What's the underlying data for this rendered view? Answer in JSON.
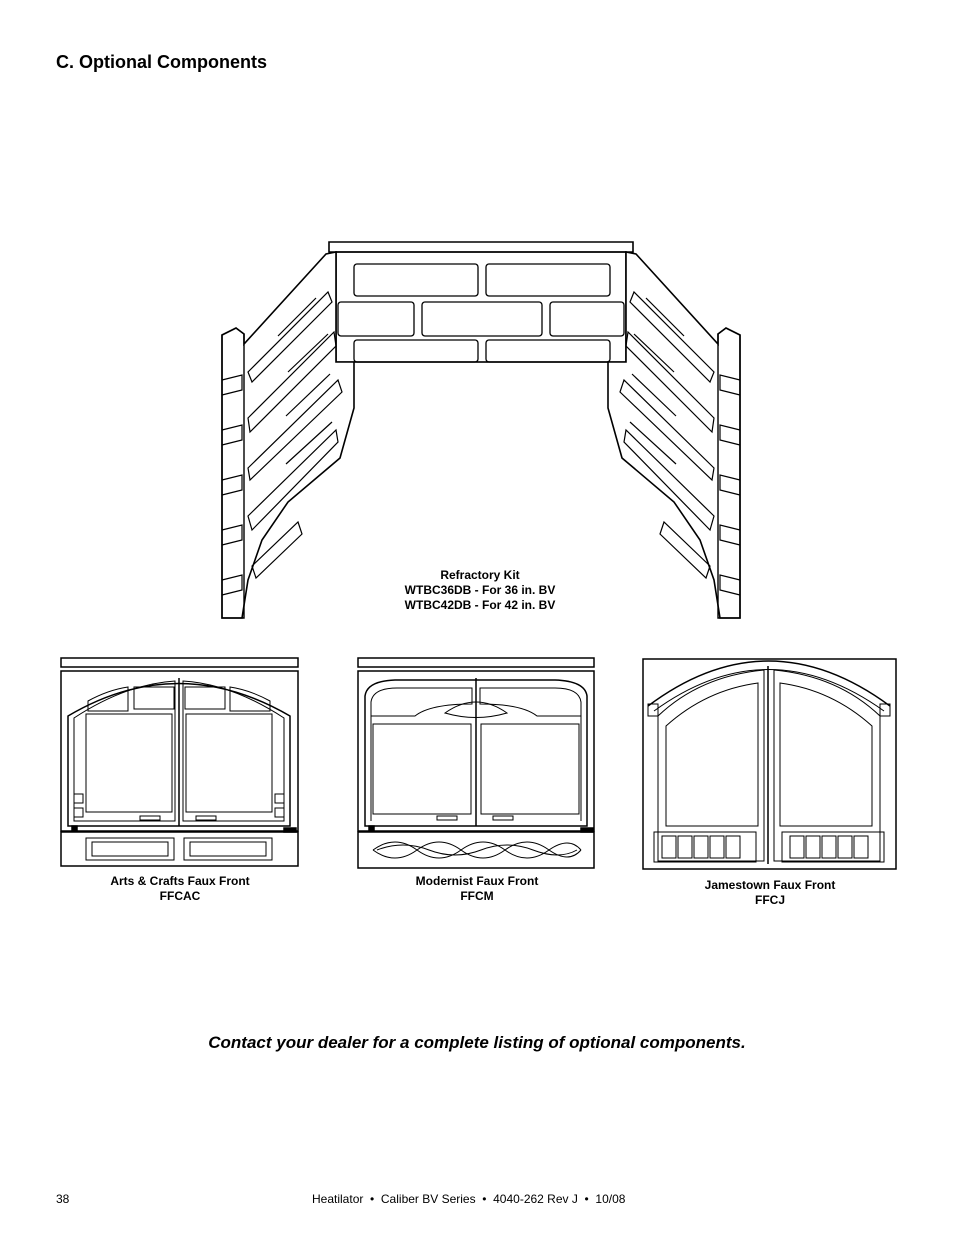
{
  "section_title": "C. Optional Components",
  "refractory": {
    "title": "Refractory Kit",
    "line1": "WTBC36DB - For 36 in. BV",
    "line2": "WTBC42DB - For 42 in. BV"
  },
  "fronts": [
    {
      "name": "Arts & Crafts Faux Front",
      "code": "FFCAC"
    },
    {
      "name": "Modernist Faux Front",
      "code": "FFCM"
    },
    {
      "name": "Jamestown Faux Front",
      "code": "FFCJ"
    }
  ],
  "contact_note": "Contact your dealer for a complete listing of optional components.",
  "footer": {
    "page_number": "38",
    "text": "Heatilator  •  Caliber BV Series  •  4040-262 Rev J  •  10/08"
  }
}
